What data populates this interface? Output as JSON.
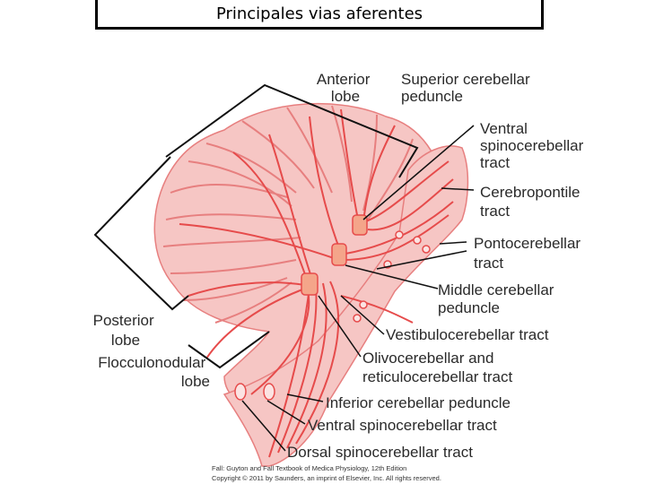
{
  "title": "Principales vias aferentes",
  "labels": {
    "anterior_lobe": [
      "Anterior",
      "lobe"
    ],
    "superior_cerebellar_peduncle": [
      "Superior cerebellar",
      "peduncle"
    ],
    "ventral_spinocerebellar_tract_top": [
      "Ventral",
      "spinocerebellar",
      "tract"
    ],
    "cerebropontile_tract": [
      "Cerebropontile",
      "tract"
    ],
    "pontocerebellar_tract": [
      "Pontocerebellar",
      "tract"
    ],
    "middle_cerebellar_peduncle": [
      "Middle cerebellar",
      "peduncle"
    ],
    "posterior_lobe": [
      "Posterior",
      "lobe"
    ],
    "vestibulocerebellar_tract": [
      "Vestibulocerebellar tract"
    ],
    "flocculonodular_lobe": [
      "Flocculonodular",
      "lobe"
    ],
    "olivocerebellar_tract": [
      "Olivocerebellar and",
      "reticulocerebellar tract"
    ],
    "inferior_cerebellar_peduncle": [
      "Inferior cerebellar peduncle"
    ],
    "ventral_spinocerebellar_tract_bottom": [
      "Ventral spinocerebellar tract"
    ],
    "dorsal_spinocerebellar_tract": [
      "Dorsal spinocerebellar tract"
    ]
  },
  "credit": [
    "Fall: Guyton and Fall Textbook of Medica Physiology, 12th Edition",
    "Copyright © 2011 by Saunders, an imprint of Elsevier, Inc. All rights reserved."
  ],
  "colors": {
    "tissue_fill": "#f6c6c4",
    "fold_line": "#e77f7f",
    "tract_line": "#e64b4b",
    "leader_line": "#111111",
    "bracket_line": "#111111"
  }
}
